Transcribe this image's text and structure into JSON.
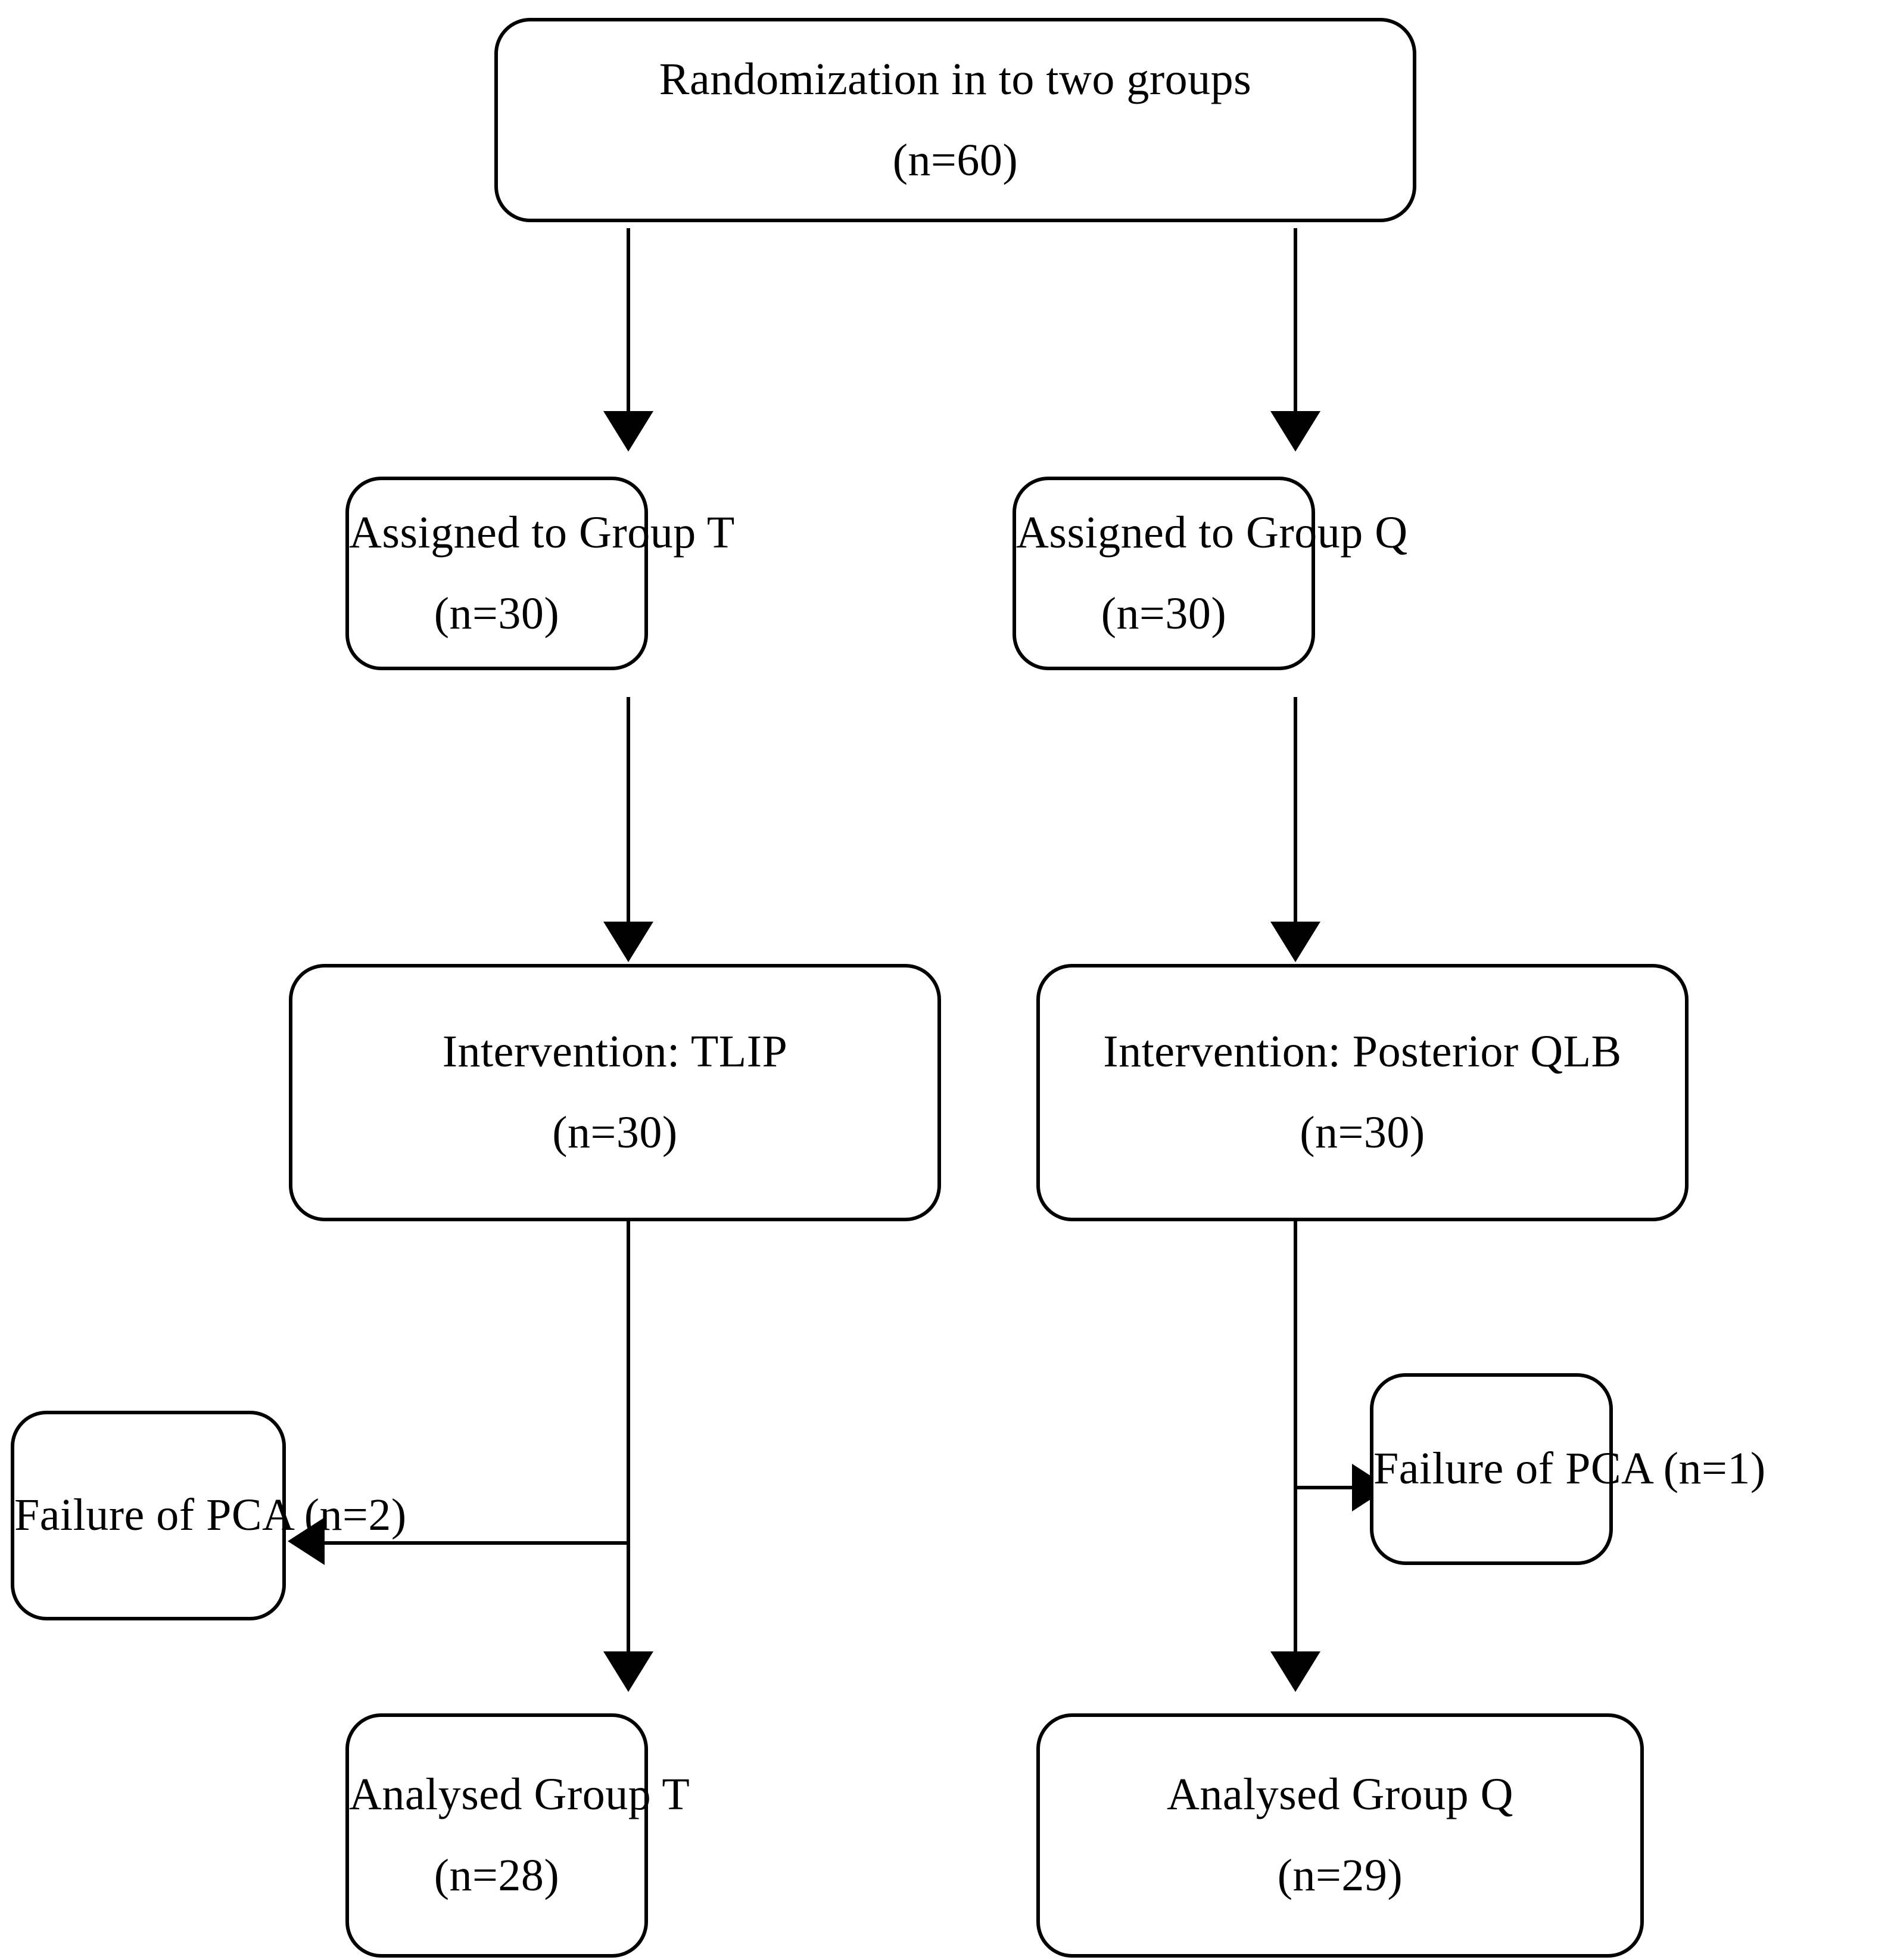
{
  "diagram": {
    "type": "consort-flow-diagram",
    "title": "Randomization flow diagram",
    "colors": {
      "stroke": "#000000",
      "fill": "#ffffff",
      "text": "#000000"
    },
    "nodes": {
      "randomization": {
        "line1": "Randomization in to two groups",
        "line2": "(n=60)"
      },
      "assigned_t": {
        "line1": "Assigned to Group T",
        "line2": "(n=30)"
      },
      "assigned_q": {
        "line1": "Assigned to Group Q",
        "line2": "(n=30)"
      },
      "intervention_t": {
        "line1": "Intervention: TLIP",
        "line2": "(n=30)"
      },
      "intervention_q": {
        "line1": "Intervention: Posterior QLB",
        "line2": "(n=30)"
      },
      "failure_t": {
        "line1": "Failure of PCA (n=2)"
      },
      "failure_q": {
        "line1": "Failure of PCA (n=1)"
      },
      "analysed_t": {
        "line1": "Analysed Group T",
        "line2": "(n=28)"
      },
      "analysed_q": {
        "line1": "Analysed Group Q",
        "line2": "(n=29)"
      }
    },
    "edges": [
      {
        "from": "randomization",
        "to": "assigned_t",
        "direction": "down"
      },
      {
        "from": "randomization",
        "to": "assigned_q",
        "direction": "down"
      },
      {
        "from": "assigned_t",
        "to": "intervention_t",
        "direction": "down"
      },
      {
        "from": "assigned_q",
        "to": "intervention_q",
        "direction": "down"
      },
      {
        "from": "intervention_t",
        "to": "failure_t",
        "direction": "left"
      },
      {
        "from": "intervention_t",
        "to": "analysed_t",
        "direction": "down"
      },
      {
        "from": "intervention_q",
        "to": "failure_q",
        "direction": "right"
      },
      {
        "from": "intervention_q",
        "to": "analysed_q",
        "direction": "down"
      }
    ]
  }
}
